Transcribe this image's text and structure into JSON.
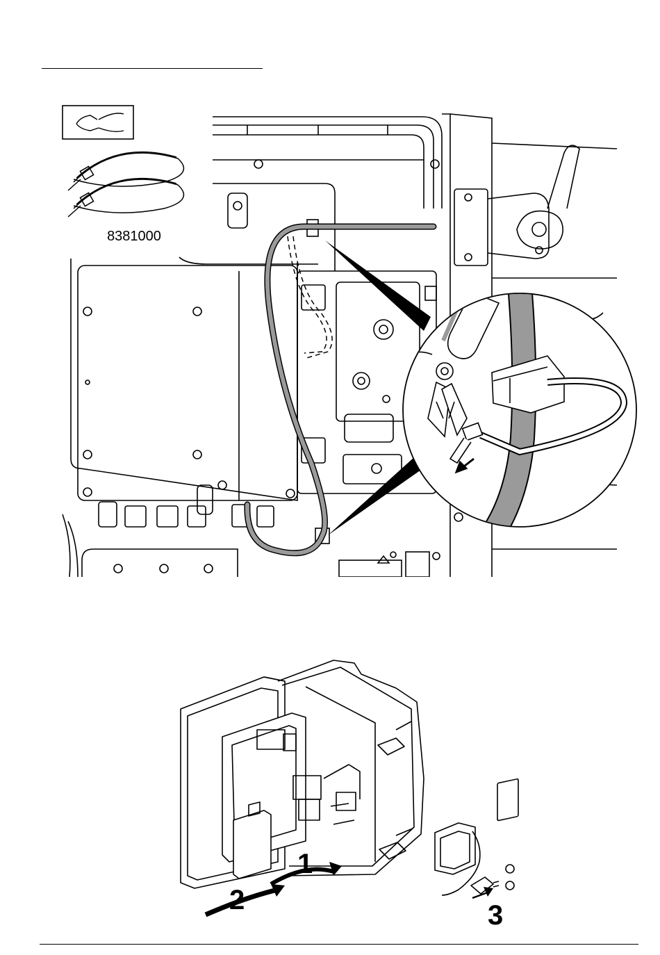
{
  "figure1": {
    "part_number": "8381000",
    "icons": [
      "side-cutter-icon",
      "cable-tie-icon"
    ]
  },
  "figure2": {
    "steps": [
      "1",
      "2",
      "3"
    ]
  },
  "colors": {
    "line": "#000000",
    "cable_gray": "#9a9a9a",
    "background": "#ffffff"
  }
}
